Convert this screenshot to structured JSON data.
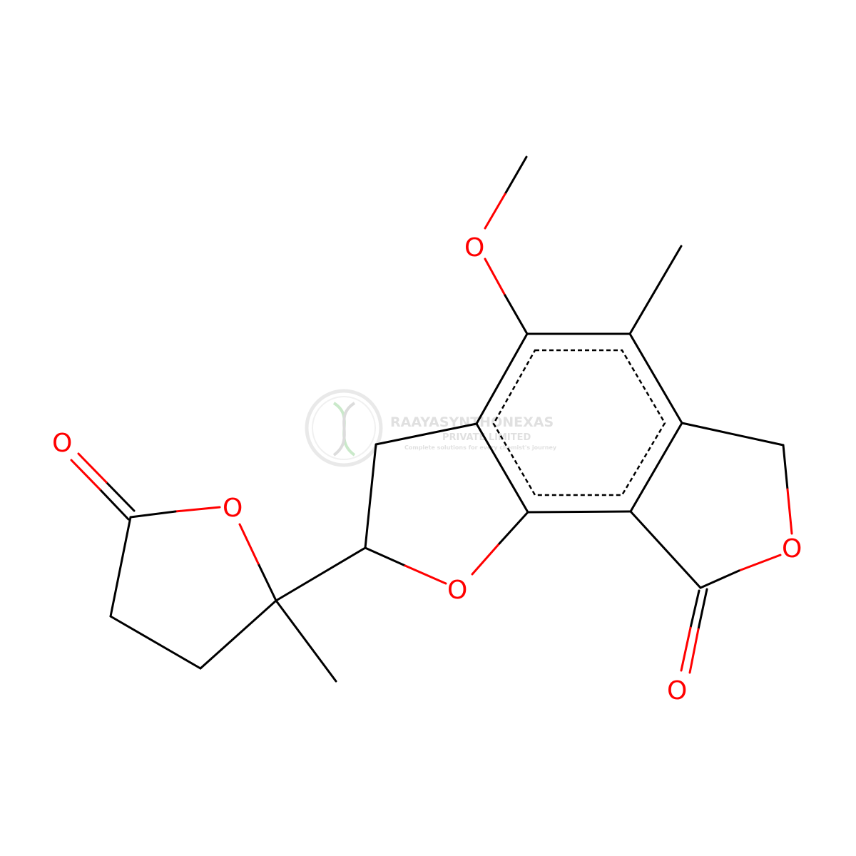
{
  "molecule": {
    "atoms": {
      "o_methoxy": "O",
      "o_furan": "O",
      "o_lactone_ring": "O",
      "o_lactone_carbonyl": "O",
      "o_left_ring": "O",
      "o_left_carbonyl": "O"
    },
    "colors": {
      "bond": "#000000",
      "oxygen": "#ff0000"
    }
  },
  "watermark": {
    "company": "RAAYASYNTHONEXAS",
    "subtitle": "PRIVATE LIMITED",
    "tagline": "Complete solutions for every chemist's journey"
  }
}
